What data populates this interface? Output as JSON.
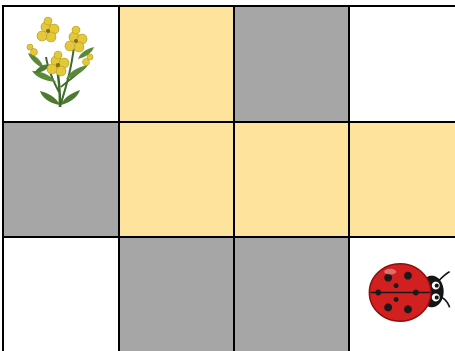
{
  "board": {
    "rows": 3,
    "cols": 4,
    "colors": {
      "white": "#ffffff",
      "path": "#fde39c",
      "wall": "#a6a6a6",
      "grid_line": "#000000"
    },
    "cells": [
      [
        "white",
        "path",
        "wall",
        "white"
      ],
      [
        "wall",
        "path",
        "path",
        "path"
      ],
      [
        "white",
        "wall",
        "wall",
        "white"
      ]
    ],
    "pieces": [
      {
        "name": "flower-icon",
        "row": 0,
        "col": 0,
        "role": "goal"
      },
      {
        "name": "ladybug-icon",
        "row": 2,
        "col": 3,
        "role": "player",
        "facing": "right"
      }
    ]
  }
}
